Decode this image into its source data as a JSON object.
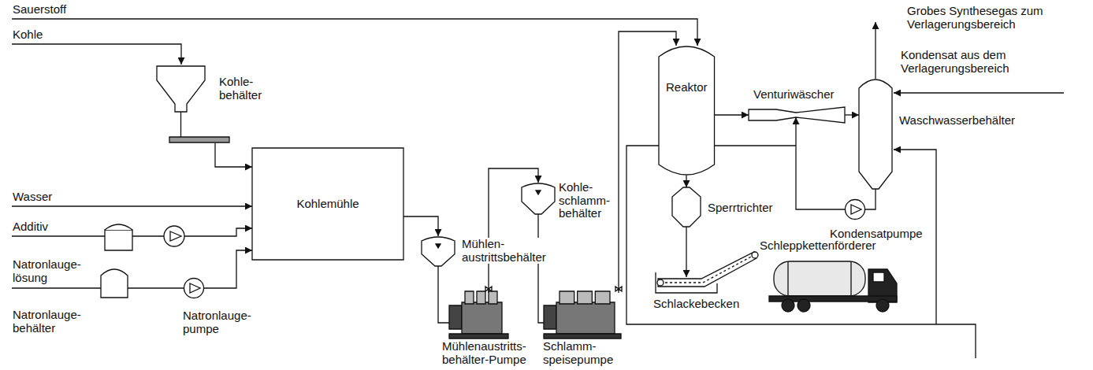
{
  "diagram": {
    "nodes": [
      {
        "text": [
          "Kohle- behälter"
        ]
      },
      {
        "text": [
          "Kohlemühle"
        ]
      },
      {
        "text": [
          "Natronlauge- behälter"
        ]
      },
      {
        "text": [
          "Natronlauge- pumpe"
        ]
      },
      {
        "text": [
          "Mühlen- austrittsbehälter"
        ]
      },
      {
        "text": [
          "Mühlenaustritts- behälter-Pumpe"
        ]
      },
      {
        "text": [
          "Kohle- schlamm- behälter"
        ]
      },
      {
        "text": [
          "Schlamm- speisepumpe"
        ]
      },
      {
        "text": [
          "Reaktor"
        ]
      },
      {
        "text": [
          "Venturiwäscher"
        ]
      },
      {
        "text": [
          "Waschwasserbehälter"
        ]
      },
      {
        "text": [
          "Sperrtrichter"
        ]
      },
      {
        "text": [
          "Kondensatpumpe"
        ]
      },
      {
        "text": [
          "Schleppkettenförderer"
        ]
      }
    ],
    "edges": [
      {
        "from": 0,
        "to": 1,
        "arrow": "to"
      },
      {
        "from": 2,
        "to": 3,
        "arrow": "none"
      },
      {
        "from": 3,
        "to": 1,
        "arrow": "to"
      },
      {
        "from": 1,
        "to": 4,
        "arrow": "to"
      },
      {
        "from": 4,
        "to": 5,
        "arrow": "none"
      },
      {
        "from": 5,
        "to": 6,
        "arrow": "to"
      },
      {
        "from": 6,
        "to": 7,
        "arrow": "none"
      },
      {
        "from": 7,
        "to": 8,
        "arrow": "to"
      },
      {
        "from": 8,
        "to": 9,
        "arrow": "to"
      },
      {
        "from": 9,
        "to": 10,
        "arrow": "to"
      },
      {
        "from": 8,
        "to": 11,
        "arrow": "to"
      },
      {
        "from": 11,
        "to": 13,
        "arrow": "to"
      },
      {
        "from": 10,
        "to": 12,
        "arrow": "none"
      },
      {
        "from": 12,
        "to": 9,
        "arrow": "to"
      }
    ],
    "labels": [
      "Sauerstoff",
      "Kohle",
      "Wasser",
      "Additiv",
      "Natronlauge- lösung",
      "Grobes Synthesegas zum Verlagerungsbereich",
      "Kondensat aus dem Verlagerungsbereich",
      "Schlackebecken"
    ]
  }
}
